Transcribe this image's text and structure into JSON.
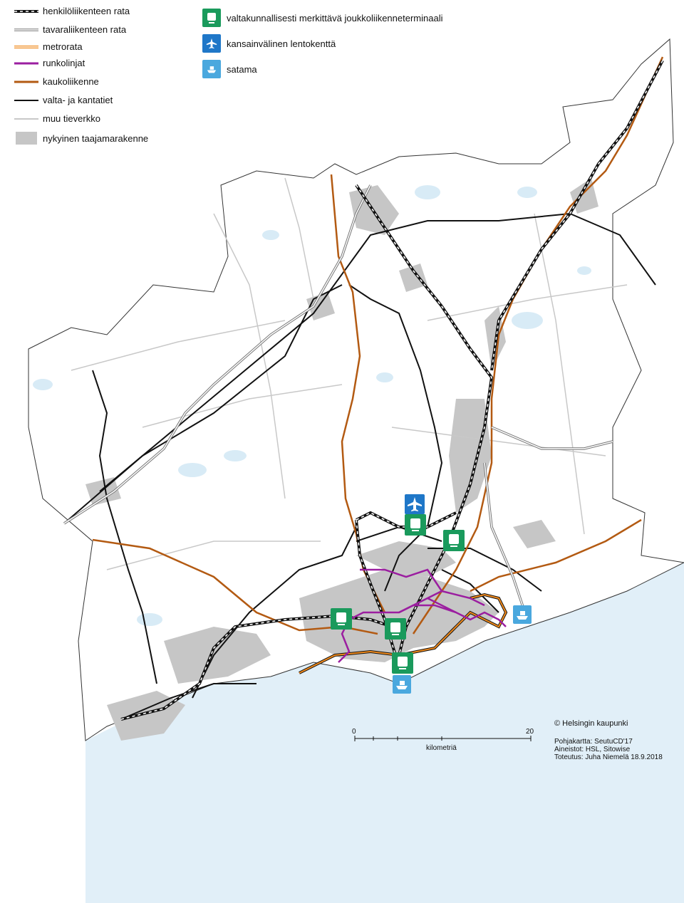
{
  "legend": {
    "lines": [
      {
        "label": "henkilöliikenteen rata",
        "style": "rail-passenger"
      },
      {
        "label": "tavaraliikenteen rata",
        "style": "rail-freight"
      },
      {
        "label": "metrorata",
        "style": "metro"
      },
      {
        "label": "runkolinjat",
        "style": "trunk"
      },
      {
        "label": "kaukoliikenne",
        "style": "longdistance"
      },
      {
        "label": "valta- ja kantatiet",
        "style": "highway"
      },
      {
        "label": "muu tieverkko",
        "style": "otherroad"
      },
      {
        "label": "nykyinen taajamarakenne",
        "style": "urban"
      }
    ],
    "points": [
      {
        "label": "valtakunnallisesti merkittävä joukkoliikenneterminaali",
        "icon": "train-icon",
        "color": "#1a9a5c"
      },
      {
        "label": "kansainvälinen lentokenttä",
        "icon": "airplane-icon",
        "color": "#1f77c8"
      },
      {
        "label": "satama",
        "icon": "ship-icon",
        "color": "#4aa8de"
      }
    ]
  },
  "colors": {
    "sea": "#e1eff8",
    "land": "#ffffff",
    "urban": "#c6c6c6",
    "metro": "#f08a1c",
    "trunk": "#9b1ea0",
    "longdistance": "#b35a12",
    "highway": "#111111",
    "otherroad": "#c8c8c8",
    "terminal": "#1a9a5c",
    "airport": "#1f77c8",
    "harbour": "#4aa8de"
  },
  "scale": {
    "start": "0",
    "end": "20",
    "unit": "kilometriä"
  },
  "credits": {
    "copyright": "© Helsingin kaupunki",
    "basemap": "Pohjakartta: SeutuCD'17",
    "sources": "Aineistot: HSL, Sitowise",
    "author": "Toteutus: Juha Niemelä 18.9.2018"
  }
}
